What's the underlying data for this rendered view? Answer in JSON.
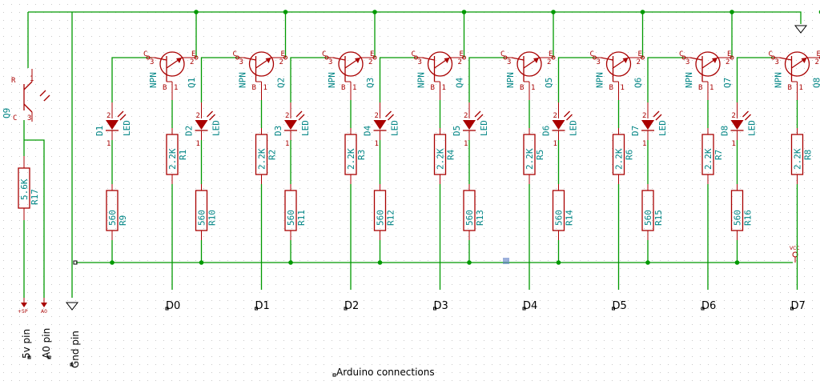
{
  "colors": {
    "background": "#ffffff",
    "grid_dot": "#c8c8c8",
    "wire": "#009900",
    "junction": "#009900",
    "component_body": "#a90000",
    "pin_number": "#a90000",
    "reference": "#008484",
    "label_text": "#000000",
    "selection_marker": "#5a7cc4"
  },
  "phototransistor": {
    "ref": "Q9",
    "pin_c_label": "C",
    "pin_c_num": "3",
    "pin_e_num": "1",
    "pin_r_label": "R"
  },
  "sensor_resistor": {
    "ref": "R17",
    "value": "5.6K"
  },
  "power_symbols": {
    "plus5v": "+5P",
    "a0": "A0"
  },
  "vcc_label": "VCC",
  "stages": [
    {
      "q": "Q1",
      "d": "D1",
      "rb": "R1",
      "rb_val": "2.2K",
      "rl": "R9",
      "rl_val": "560",
      "net": "D0"
    },
    {
      "q": "Q2",
      "d": "D2",
      "rb": "R2",
      "rb_val": "2.2K",
      "rl": "R10",
      "rl_val": "560",
      "net": "D1"
    },
    {
      "q": "Q3",
      "d": "D3",
      "rb": "R3",
      "rb_val": "2.2K",
      "rl": "R11",
      "rl_val": "560",
      "net": "D2"
    },
    {
      "q": "Q4",
      "d": "D4",
      "rb": "R4",
      "rb_val": "2.2K",
      "rl": "R12",
      "rl_val": "560",
      "net": "D3"
    },
    {
      "q": "Q5",
      "d": "D5",
      "rb": "R5",
      "rb_val": "2.2K",
      "rl": "R13",
      "rl_val": "560",
      "net": "D4"
    },
    {
      "q": "Q6",
      "d": "D6",
      "rb": "R6",
      "rb_val": "2.2K",
      "rl": "R14",
      "rl_val": "560",
      "net": "D5"
    },
    {
      "q": "Q7",
      "d": "D7",
      "rb": "R7",
      "rb_val": "2.2K",
      "rl": "R15",
      "rl_val": "560",
      "net": "D6"
    },
    {
      "q": "Q8",
      "d": "D8",
      "rb": "R8",
      "rb_val": "2.2K",
      "rl": "R16",
      "rl_val": "560",
      "net": "D7"
    }
  ],
  "transistor_type": "NPN",
  "transistor_pin_letters": {
    "c": "C",
    "b": "B",
    "e": "E"
  },
  "transistor_pin_numbers": {
    "c": "3",
    "b": "1",
    "e": "2"
  },
  "led_label": "LED",
  "led_pin_numbers": {
    "anode": "2",
    "cathode": "1"
  },
  "pin_labels": {
    "five_v": "5v pin",
    "a0": "A0 pin",
    "gnd": "Gnd pin"
  },
  "footer": "Arduino connections"
}
